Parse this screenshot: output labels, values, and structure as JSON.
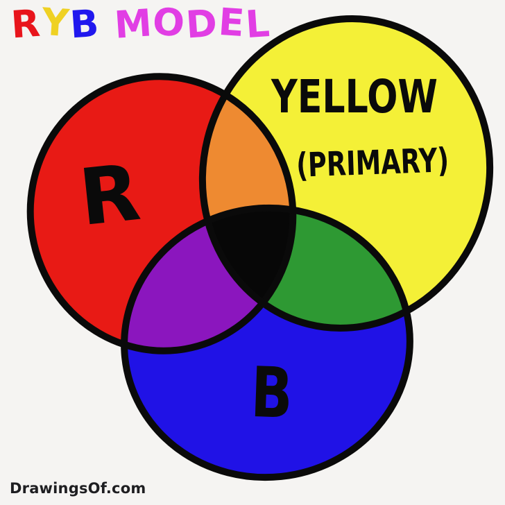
{
  "background": "#F5F4F2",
  "title": {
    "full_text": "RYB MODEL",
    "segments": [
      {
        "text": "R",
        "color": "#E8151C"
      },
      {
        "text": "Y",
        "color": "#EFD123"
      },
      {
        "text": "B",
        "color": "#2018EE"
      },
      {
        "text": " ",
        "color": ""
      },
      {
        "text": "M",
        "color": "#E13EE4"
      },
      {
        "text": "O",
        "color": "#E13EE4"
      },
      {
        "text": "D",
        "color": "#E13EE4"
      },
      {
        "text": "E",
        "color": "#E13EE4"
      },
      {
        "text": "L",
        "color": "#E13EE4"
      }
    ]
  },
  "venn": {
    "type": "venn-diagram",
    "stroke": "#0A0A0A",
    "label_ink": "#0A0A0A",
    "circles": [
      {
        "id": "red",
        "label": "R",
        "sublabel": "",
        "fill": "#E81A15"
      },
      {
        "id": "yellow",
        "label": "YELLOW",
        "sublabel": "(PRIMARY)",
        "fill": "#F4F037"
      },
      {
        "id": "blue",
        "label": "B",
        "sublabel": "",
        "fill": "#2012E6"
      }
    ],
    "overlaps": {
      "red_yellow": "#EE8A31",
      "yellow_blue": "#2E9933",
      "red_blue": "#8B16BE",
      "center": "#070707"
    }
  },
  "footer": {
    "text": "DrawingsOf.com"
  }
}
